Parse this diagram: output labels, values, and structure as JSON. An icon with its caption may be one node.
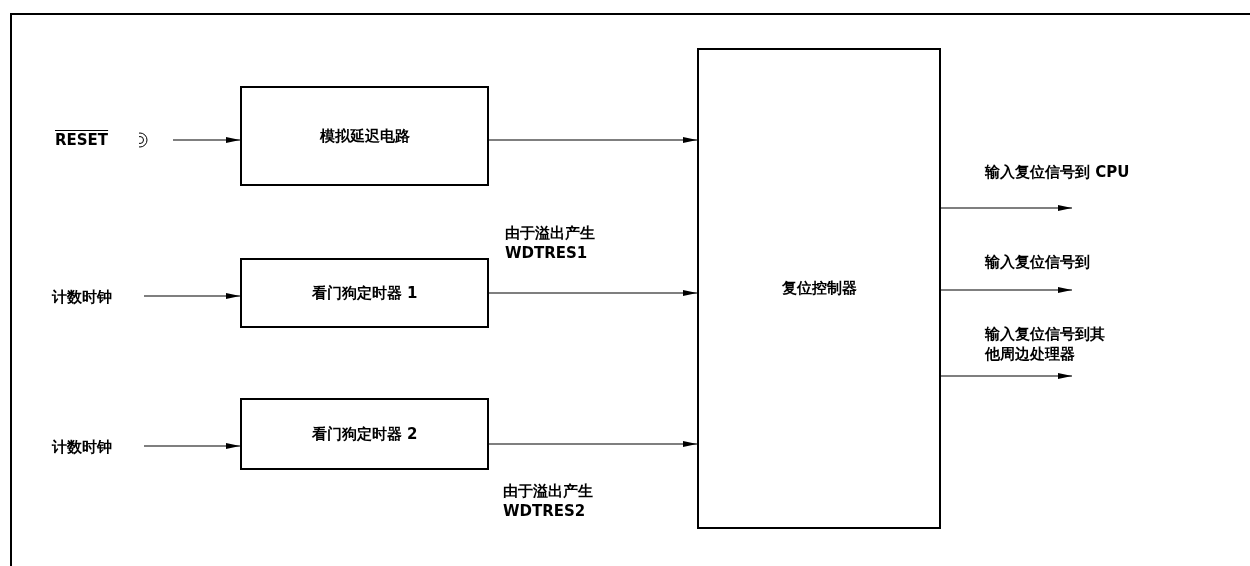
{
  "diagram": {
    "nodes": [
      {
        "text": [
          "RESET"
        ]
      },
      {
        "text": [
          "模拟延迟电路"
        ]
      },
      {
        "text": [
          "计数时钟"
        ]
      },
      {
        "text": [
          "看门狗定时器 1"
        ]
      },
      {
        "text": [
          "计数时钟"
        ]
      },
      {
        "text": [
          "看门狗定时器 2"
        ]
      },
      {
        "text": [
          "复位控制器"
        ]
      }
    ],
    "edges": [
      {
        "from": 0,
        "to": 1,
        "arrow": "to"
      },
      {
        "from": 1,
        "to": 6,
        "arrow": "to"
      },
      {
        "from": 2,
        "to": 3,
        "arrow": "to"
      },
      {
        "from": 3,
        "to": 6,
        "arrow": "to",
        "label": "由于溢出产生 WDTRES1"
      },
      {
        "from": 4,
        "to": 5,
        "arrow": "to"
      },
      {
        "from": 5,
        "to": 6,
        "arrow": "to",
        "label": "由于溢出产生 WDTRES2"
      },
      {
        "from": 6,
        "to": null,
        "arrow": "to",
        "label": "输入复位信号到 CPU"
      },
      {
        "from": 6,
        "to": null,
        "arrow": "to",
        "label": "输入复位信号到"
      },
      {
        "from": 6,
        "to": null,
        "arrow": "to",
        "label": "输入复位信号到其他周边处理器"
      }
    ]
  }
}
